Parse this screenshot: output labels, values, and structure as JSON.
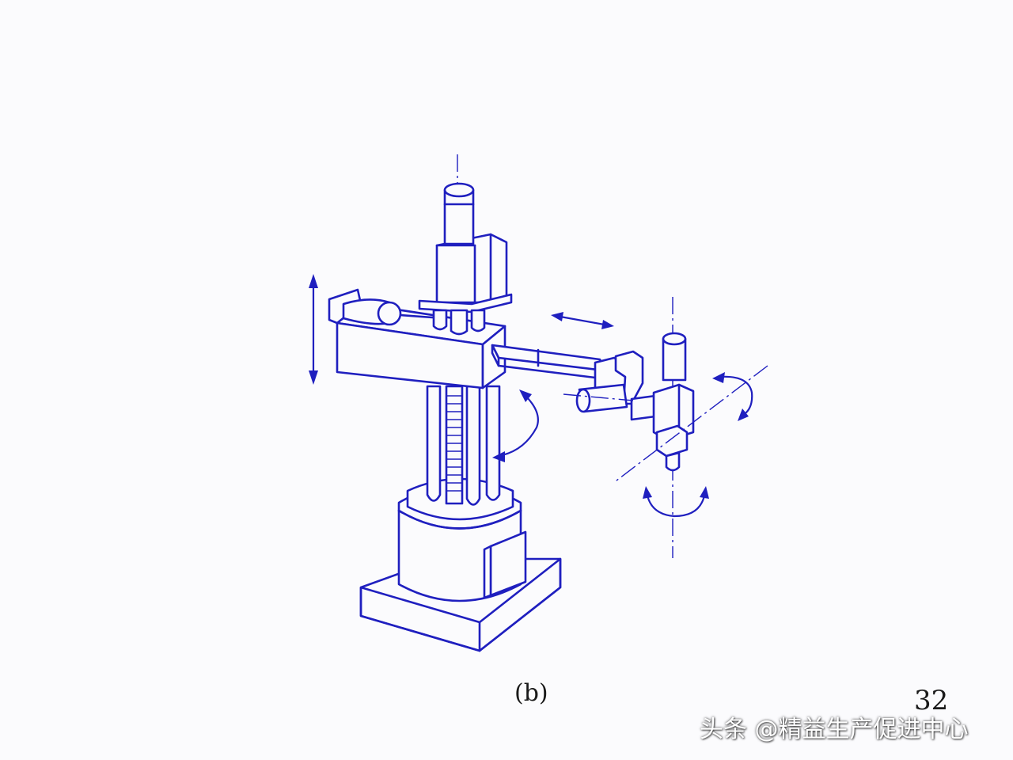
{
  "figure": {
    "caption": "(b)",
    "page_number": "32"
  },
  "watermark": {
    "text": "头条 @精益生产促进中心"
  },
  "colors": {
    "line": "#1f1fbf",
    "background": "#fbfbfd"
  }
}
